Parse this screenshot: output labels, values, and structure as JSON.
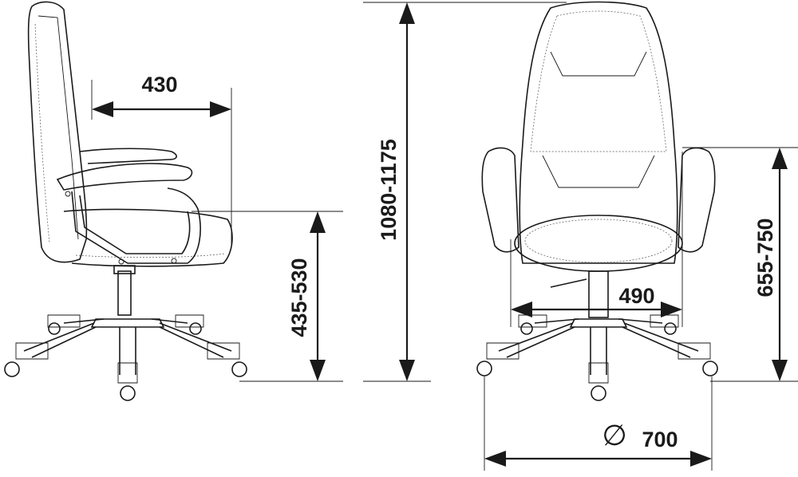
{
  "dimensions": {
    "seat_depth": "430",
    "total_height": "1080-1175",
    "seat_height": "435-530",
    "armrest_height": "655-750",
    "seat_width": "490",
    "base_diameter_symbol": "∅",
    "base_diameter": "700"
  },
  "colors": {
    "line": "#1a1a1a",
    "background": "#ffffff"
  }
}
